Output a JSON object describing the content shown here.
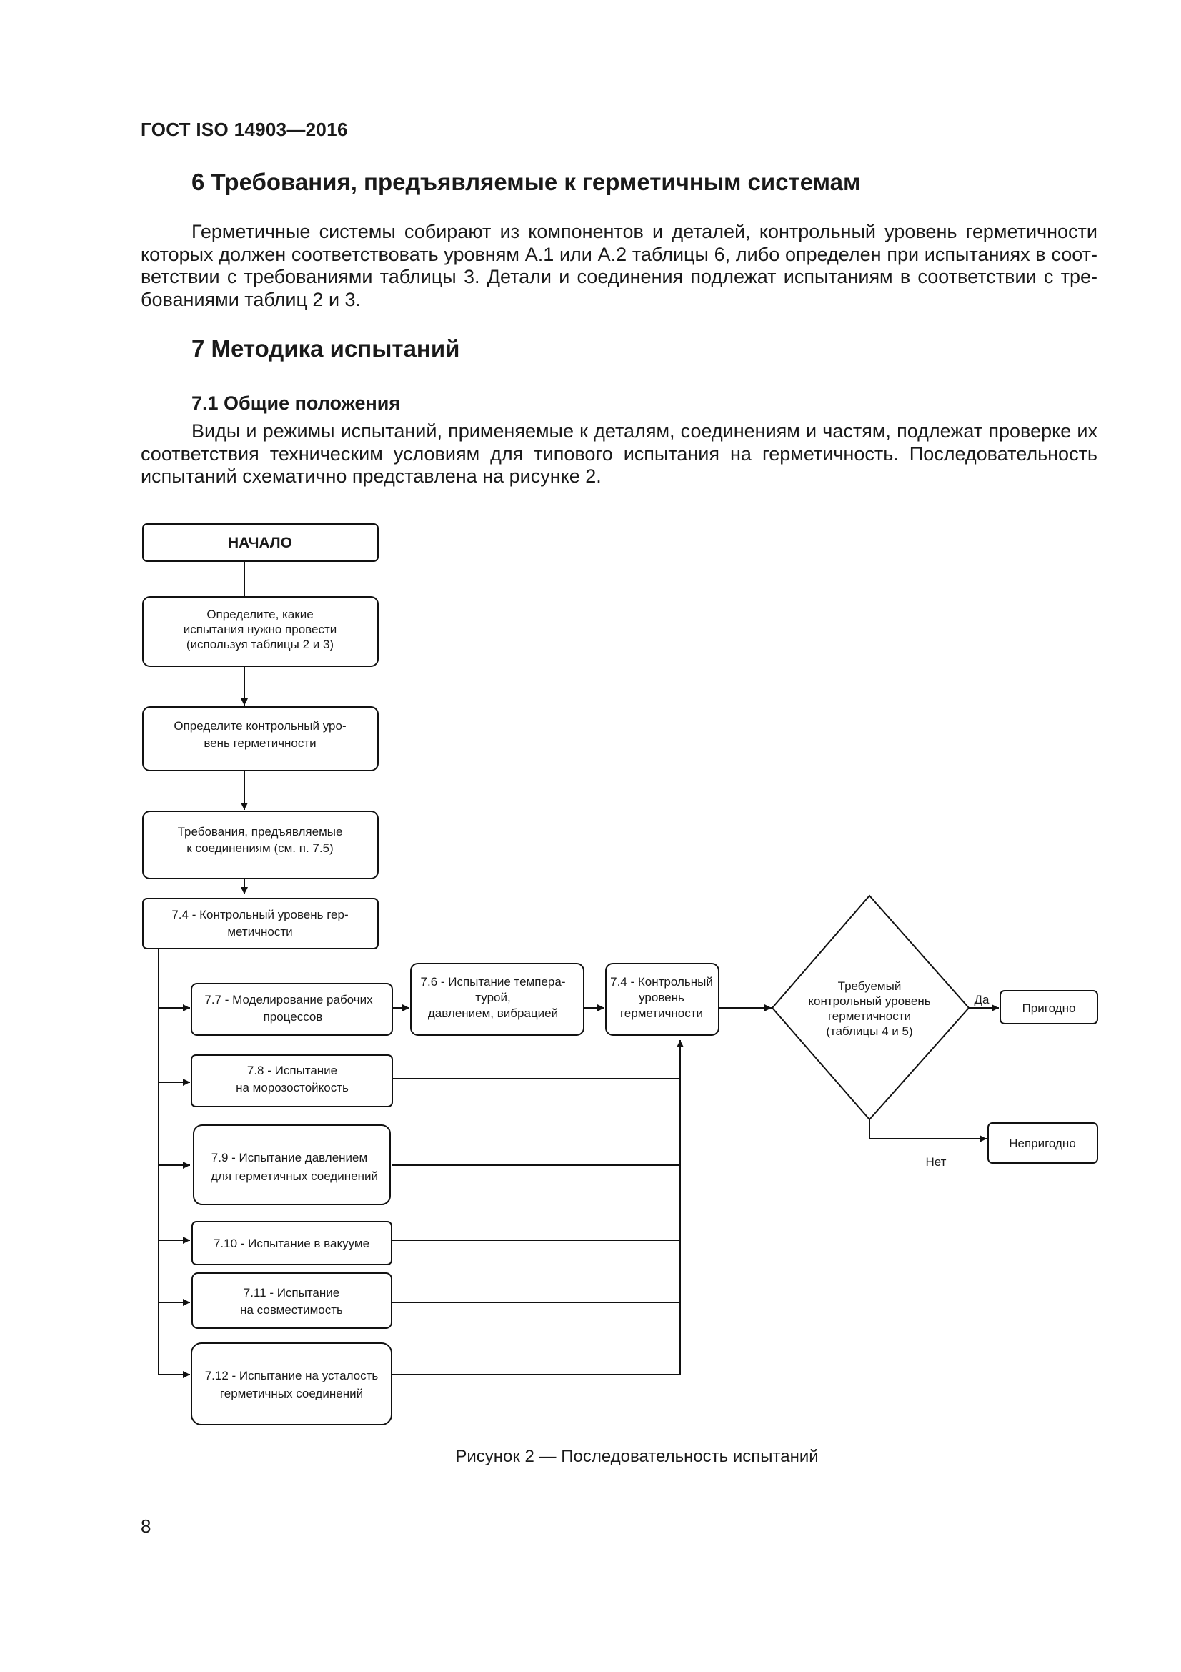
{
  "header": {
    "standard": "ГОСТ ISO 14903—2016"
  },
  "section6": {
    "title": "6  Требования, предъявляемые к герметичным системам",
    "lines": [
      "Герметичные системы собирают из компонентов и деталей, контрольный уровень герметичности",
      "которых должен соответствовать уровням А.1 или А.2 таблицы 6, либо определен при испытаниях в соот-",
      "ветствии с требованиями таблицы 3. Детали и соединения подлежат испытаниям в соответствии с тре-",
      "бованиями таблиц 2 и 3."
    ]
  },
  "section7": {
    "title": "7  Методика испытаний",
    "sub71": "7.1  Общие положения",
    "lines": [
      "Виды и режимы испытаний, применяемые к деталям, соединениям и частям, подлежат проверке их",
      "соответствия техническим условиям для типового испытания на герметичность. Последовательность",
      "испытаний схематично представлена на рисунке 2."
    ]
  },
  "flowchart": {
    "start": "НАЧАЛО",
    "step1": [
      "Определите, какие",
      "испытания нужно провести",
      "(используя таблицы 2 и 3)"
    ],
    "step2": [
      "Определите контрольный уро-",
      "вень герметичности"
    ],
    "step3": [
      "Требования, предъявляемые",
      "к соединениям (см. п. 7.5)"
    ],
    "step4": [
      "7.4 - Контрольный уровень гер-",
      "метичности"
    ],
    "test77": [
      "7.7 - Моделирование рабочих",
      "процессов"
    ],
    "test76": [
      "7.6 - Испытание темпера-",
      "турой,",
      "давлением, вибрацией"
    ],
    "check74": [
      "7.4 - Контрольный",
      "уровень",
      "герметичности"
    ],
    "test78": [
      "7.8 - Испытание",
      "на морозостойкость"
    ],
    "test79": [
      "7.9 - Испытание давлением",
      "для герметичных соединений"
    ],
    "test710": [
      "7.10 - Испытание в вакууме"
    ],
    "test711": [
      "7.11 - Испытание",
      "на совместимость"
    ],
    "test712": [
      "7.12 - Испытание на усталость",
      "герметичных соединений"
    ],
    "decision": [
      "Требуемый",
      "контрольный уровень",
      "герметичности",
      "(таблицы 4 и 5)"
    ],
    "yes_label": "Да",
    "no_label": "Нет",
    "pass": "Пригодно",
    "fail": "Непригодно"
  },
  "caption": "Рисунок 2 — Последовательность испытаний",
  "page_number": "8"
}
